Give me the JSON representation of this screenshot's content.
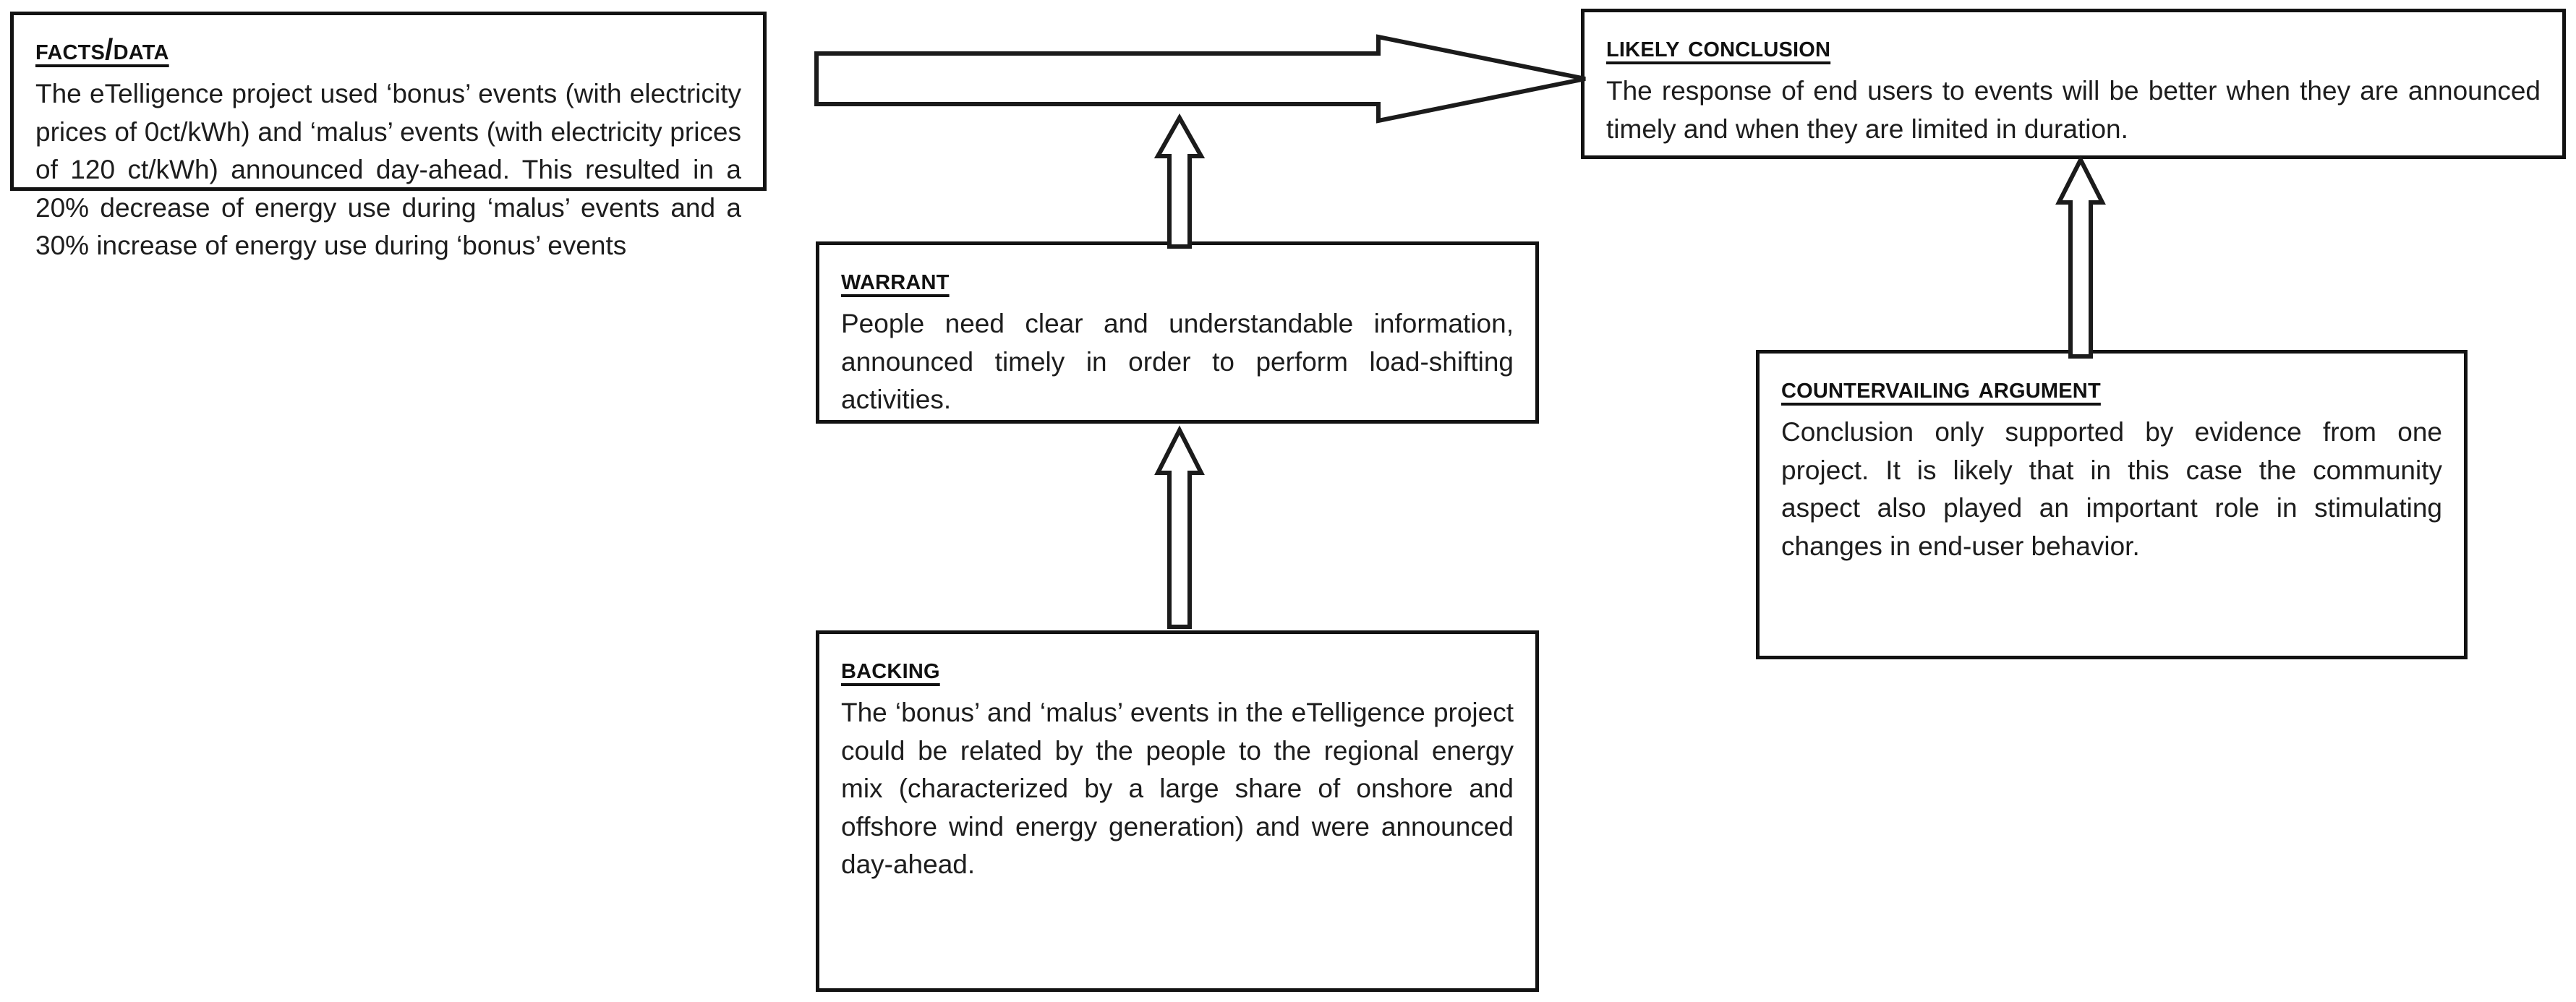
{
  "diagram": {
    "type": "toulmin-argument-model",
    "boxes": {
      "facts": {
        "title": "Facts/Data",
        "body": "The eTelligence project used ‘bonus’ events (with electricity prices of 0ct/kWh) and ‘malus’ events (with electricity prices of 120 ct/kWh) announced day-ahead. This resulted in a 20% decrease of energy use during ‘malus’ events and a 30% increase of energy use during ‘bonus’ events"
      },
      "warrant": {
        "title": "Warrant",
        "body": "People need clear and understandable information, announced timely in order to perform load-shifting activities."
      },
      "backing": {
        "title": "Backing",
        "body": "The ‘bonus’ and ‘malus’ events in the eTelligence project could be related by the people to the regional energy mix (characterized by a large share of onshore and offshore wind energy generation) and were announced day-ahead."
      },
      "conclusion": {
        "title": "Likely Conclusion",
        "body": "The response of end users to events will be better when they are announced timely and when they are limited in duration."
      },
      "countervailing": {
        "title": "Countervailing argument",
        "body": "Conclusion only supported by evidence from one project. It is likely that in this case the community aspect also played an important role in stimulating changes in end-user behavior."
      }
    },
    "arrows": {
      "data_to_conclusion": "right-block-arrow-icon",
      "warrant_to_main": "up-block-arrow-icon",
      "backing_to_warrant": "up-block-arrow-icon",
      "countervailing_to_conclusion": "up-block-arrow-icon"
    },
    "colors": {
      "background": "#ffffff",
      "outline": "#121212",
      "text": "#1d1d1d"
    }
  }
}
